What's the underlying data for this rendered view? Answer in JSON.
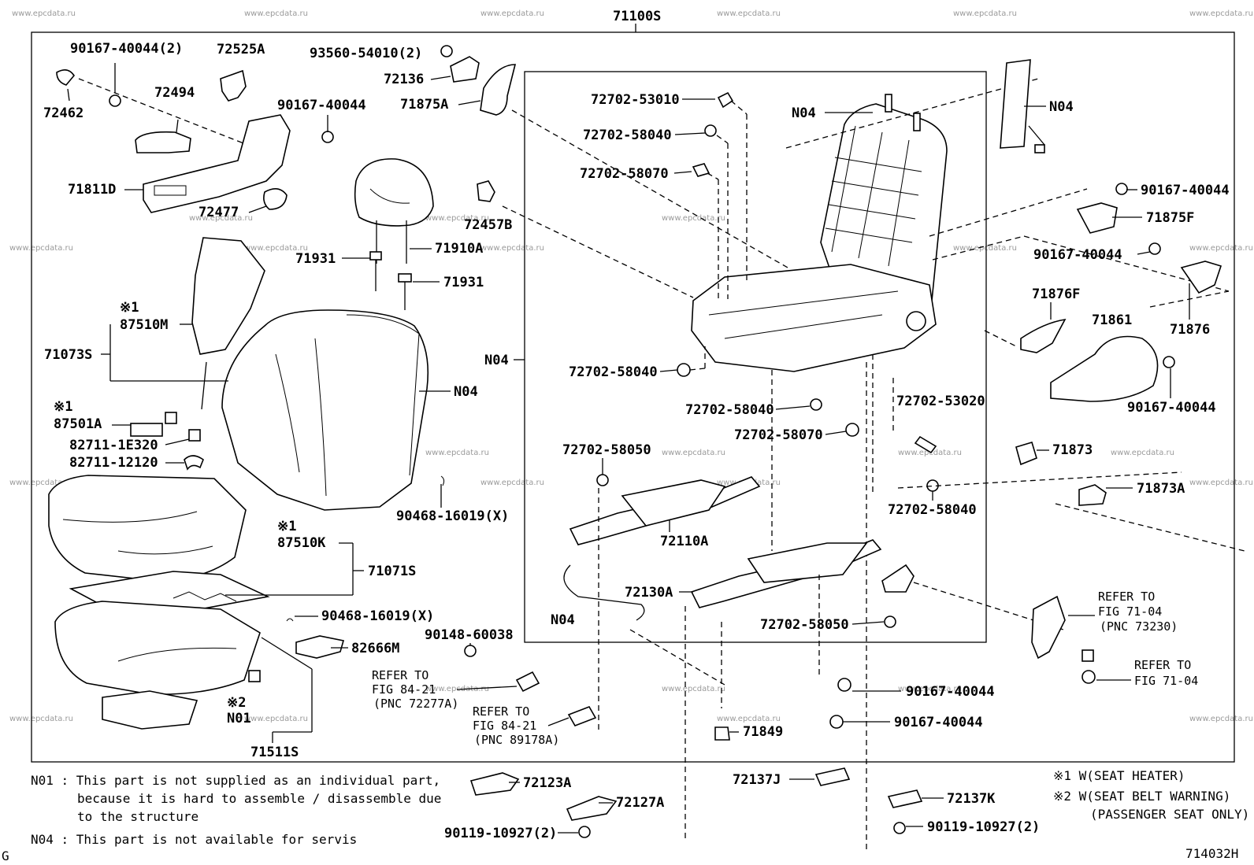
{
  "watermark": "www.epcdata.ru",
  "header": {
    "assembly_no": "71100S"
  },
  "labels": {
    "p_90167_40044_2": "90167-40044(2)",
    "p_72525A": "72525A",
    "p_93560": "93560-54010(2)",
    "p_72136": "72136",
    "p_71875A": "71875A",
    "p_72462": "72462",
    "p_72494": "72494",
    "p_90167_40044_a": "90167-40044",
    "p_71811D": "71811D",
    "p_72477": "72477",
    "p_72457B": "72457B",
    "p_71931_a": "71931",
    "p_71910A": "71910A",
    "p_71931_b": "71931",
    "p_mark1_a": "※1",
    "p_87510M": "87510M",
    "p_71073S": "71073S",
    "p_mark1_b": "※1",
    "p_87501A": "87501A",
    "p_82711_1E320": "82711-1E320",
    "p_82711_12120": "82711-12120",
    "p_N04_back": "N04",
    "p_N04_left": "N04",
    "p_90468_a": "90468-16019(X)",
    "p_mark1_c": "※1",
    "p_87510K": "87510K",
    "p_71071S": "71071S",
    "p_90468_b": "90468-16019(X)",
    "p_82666M": "82666M",
    "p_mark2": "※2",
    "p_N01": "N01",
    "p_71511S": "71511S",
    "p_72702_53010": "72702-53010",
    "p_72702_58040_a": "72702-58040",
    "p_72702_58070_a": "72702-58070",
    "p_N04_frame": "N04",
    "p_N04_right": "N04",
    "p_90167_40044_b": "90167-40044",
    "p_71875F": "71875F",
    "p_90167_40044_c": "90167-40044",
    "p_71876F": "71876F",
    "p_71861": "71861",
    "p_71876": "71876",
    "p_90167_40044_d": "90167-40044",
    "p_72702_58040_b": "72702-58040",
    "p_72702_58040_c": "72702-58040",
    "p_72702_53020": "72702-53020",
    "p_72702_58070_b": "72702-58070",
    "p_72702_58050_a": "72702-58050",
    "p_71873": "71873",
    "p_71873A": "71873A",
    "p_72702_58040_d": "72702-58040",
    "p_72110A": "72110A",
    "p_72130A": "72130A",
    "p_N04_wire": "N04",
    "p_72702_58050_b": "72702-58050",
    "p_90148_60038": "90148-60038",
    "p_90167_40044_e": "90167-40044",
    "p_90167_40044_f": "90167-40044",
    "p_71849": "71849",
    "p_72123A": "72123A",
    "p_72127A": "72127A",
    "p_90119_a": "90119-10927(2)",
    "p_72137J": "72137J",
    "p_72137K": "72137K",
    "p_90119_b": "90119-10927(2)"
  },
  "references": {
    "ref1": {
      "l1": "REFER TO",
      "l2": "FIG 84-21",
      "l3": "(PNC 72277A)"
    },
    "ref2": {
      "l1": "REFER TO",
      "l2": "FIG 84-21",
      "l3": "(PNC 89178A)"
    },
    "ref3": {
      "l1": "REFER TO",
      "l2": "FIG 71-04",
      "l3": "(PNC 73230)"
    },
    "ref4": {
      "l1": "REFER TO",
      "l2": "FIG 71-04"
    }
  },
  "legend": {
    "n01_a": "N01 : This part is not supplied as an individual part,",
    "n01_b": "because it is hard to assemble / disassemble due",
    "n01_c": "to the structure",
    "n04": "N04 : This part is not available for servis",
    "m1": "※1 W(SEAT HEATER)",
    "m2": "※2 W(SEAT BELT WARNING)",
    "m2b": "(PASSENGER SEAT ONLY)"
  },
  "footer": {
    "code": "714032H",
    "corner": "G"
  }
}
